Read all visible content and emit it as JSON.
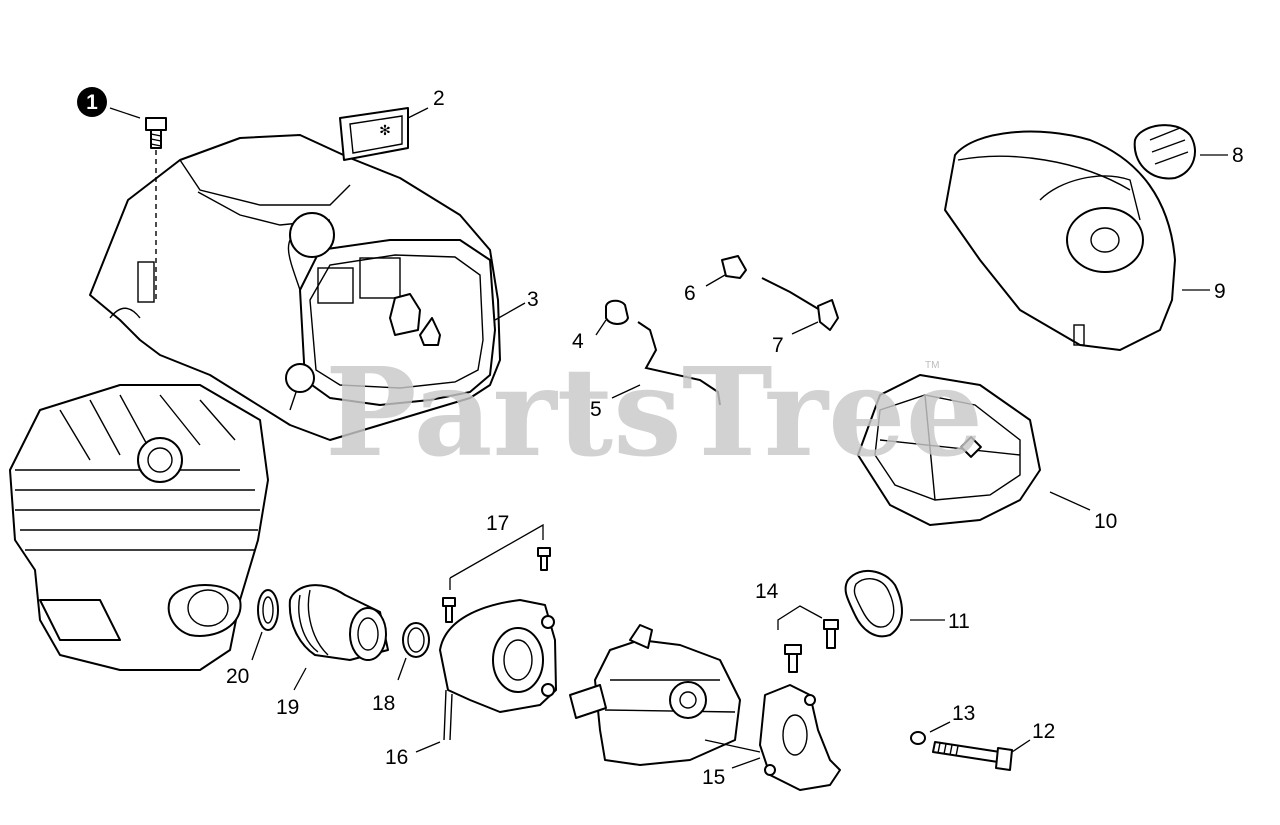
{
  "watermark": {
    "text": "PartsTree",
    "trademark": "TM"
  },
  "callouts": {
    "c1": "1",
    "c2": "2",
    "c3": "3",
    "c4": "4",
    "c5": "5",
    "c6": "6",
    "c7": "7",
    "c8": "8",
    "c9": "9",
    "c10": "10",
    "c11": "11",
    "c12": "12",
    "c13": "13",
    "c14": "14",
    "c15": "15",
    "c16": "16",
    "c17": "17",
    "c18": "18",
    "c19": "19",
    "c20": "20"
  }
}
